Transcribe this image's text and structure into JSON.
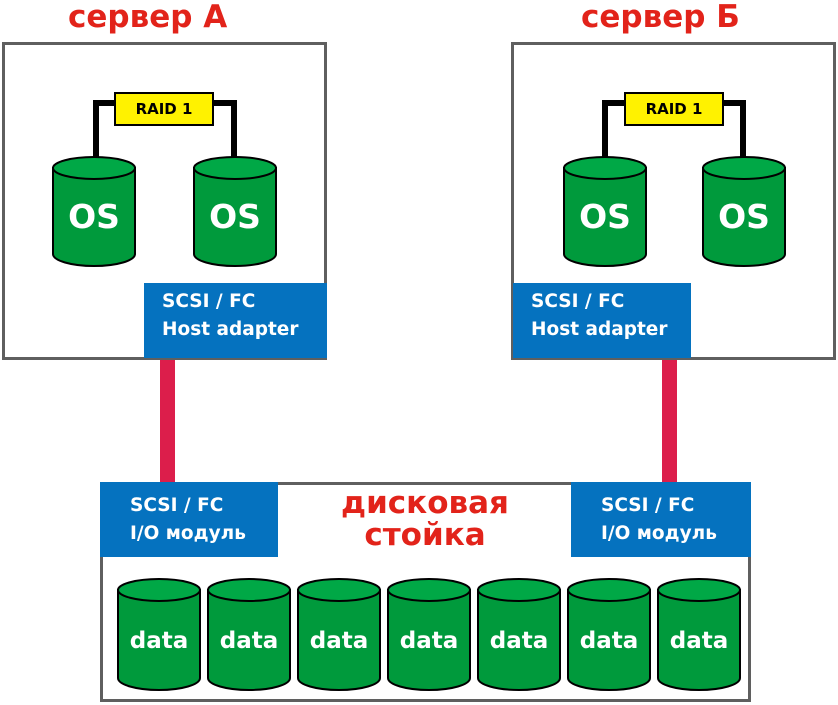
{
  "colors": {
    "title": "#e2231a",
    "adapter": "#0572bf",
    "disk_body": "#009a3c",
    "disk_top": "#00a846",
    "link": "#dc1e4b",
    "raid_bg": "#fff200",
    "frame": "#5f5f5f"
  },
  "server_a": {
    "title": "сервер А",
    "raid_label": "RAID 1",
    "disks": [
      "OS",
      "OS"
    ],
    "adapter_line1": "SCSI / FC",
    "adapter_line2": "Host adapter"
  },
  "server_b": {
    "title": "сервер Б",
    "raid_label": "RAID 1",
    "disks": [
      "OS",
      "OS"
    ],
    "adapter_line1": "SCSI / FC",
    "adapter_line2": "Host adapter"
  },
  "storage": {
    "title_line1": "дисковая",
    "title_line2": "стойка",
    "io_left_line1": "SCSI / FC",
    "io_left_line2": "I/O модуль",
    "io_right_line1": "SCSI / FC",
    "io_right_line2": "I/O модуль",
    "disks": [
      "data",
      "data",
      "data",
      "data",
      "data",
      "data",
      "data"
    ]
  }
}
